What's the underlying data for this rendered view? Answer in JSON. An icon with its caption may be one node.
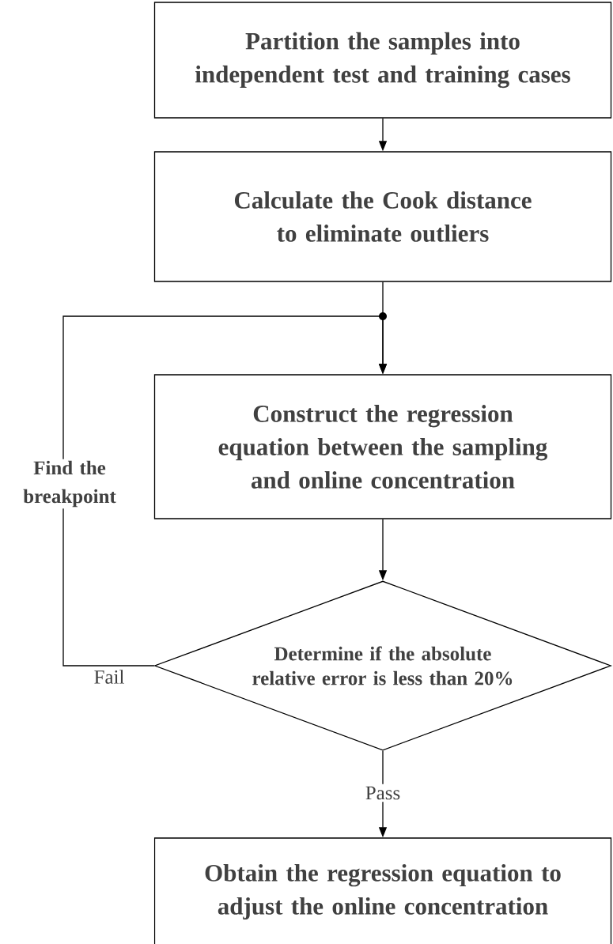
{
  "diagram": {
    "nodes": [
      {
        "text": [
          "Partition the samples into independent test and training cases"
        ]
      },
      {
        "text": [
          "Calculate the Cook distance to eliminate outliers"
        ]
      },
      {
        "text": [
          "Construct the regression equation between the sampling and online concentration"
        ]
      },
      {
        "text": [
          "Determine if the absolute relative error is less than 20%"
        ]
      },
      {
        "text": [
          "Obtain the regression equation to adjust the online concentration"
        ]
      }
    ],
    "edges": [
      {
        "from": 0,
        "to": 1,
        "arrow": "to"
      },
      {
        "from": 1,
        "to": 2,
        "arrow": "to"
      },
      {
        "from": 2,
        "to": 3,
        "arrow": "to"
      },
      {
        "from": 3,
        "to": 2,
        "arrow": "to",
        "label": "Fail"
      },
      {
        "from": 3,
        "to": 4,
        "arrow": "to",
        "label": "Pass"
      }
    ],
    "labels": [
      "Find the breakpoint"
    ]
  }
}
